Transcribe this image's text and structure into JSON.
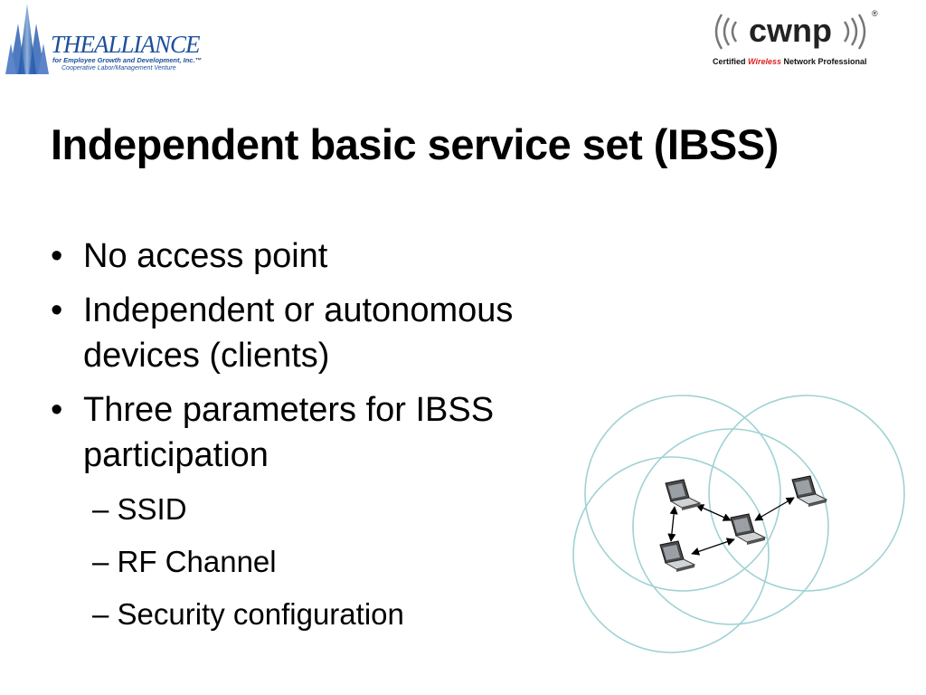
{
  "logos": {
    "alliance": {
      "title": "THEALLIANCE",
      "line1": "for Employee Growth and Development, Inc.™",
      "line2": "Cooperative Labor/Management Venture",
      "icon": "skyscraper-logo-icon",
      "color": "#1d4f9a"
    },
    "cwnp": {
      "wordmark": "cwnp",
      "registered": "®",
      "tagline_certified": "Certified",
      "tagline_wireless": "Wireless",
      "tagline_rest": "Network Professional",
      "icon": "wireless-waves-icon",
      "accent_color": "#d22222"
    }
  },
  "slide": {
    "title": "Independent basic service set (IBSS)",
    "bullet_glyph": "•",
    "bullets": [
      {
        "text": "No access point"
      },
      {
        "text": "Independent or autonomous devices (clients)"
      },
      {
        "text": "Three parameters for IBSS participation"
      }
    ],
    "sub_bullets": [
      {
        "text": "– SSID"
      },
      {
        "text": "– RF Channel"
      },
      {
        "text": "– Security configuration"
      }
    ]
  },
  "diagram": {
    "icon": "laptop-icon",
    "circle_color": "#9fd2d4",
    "laptops": [
      "laptop-1",
      "laptop-2",
      "laptop-3",
      "laptop-4"
    ]
  }
}
